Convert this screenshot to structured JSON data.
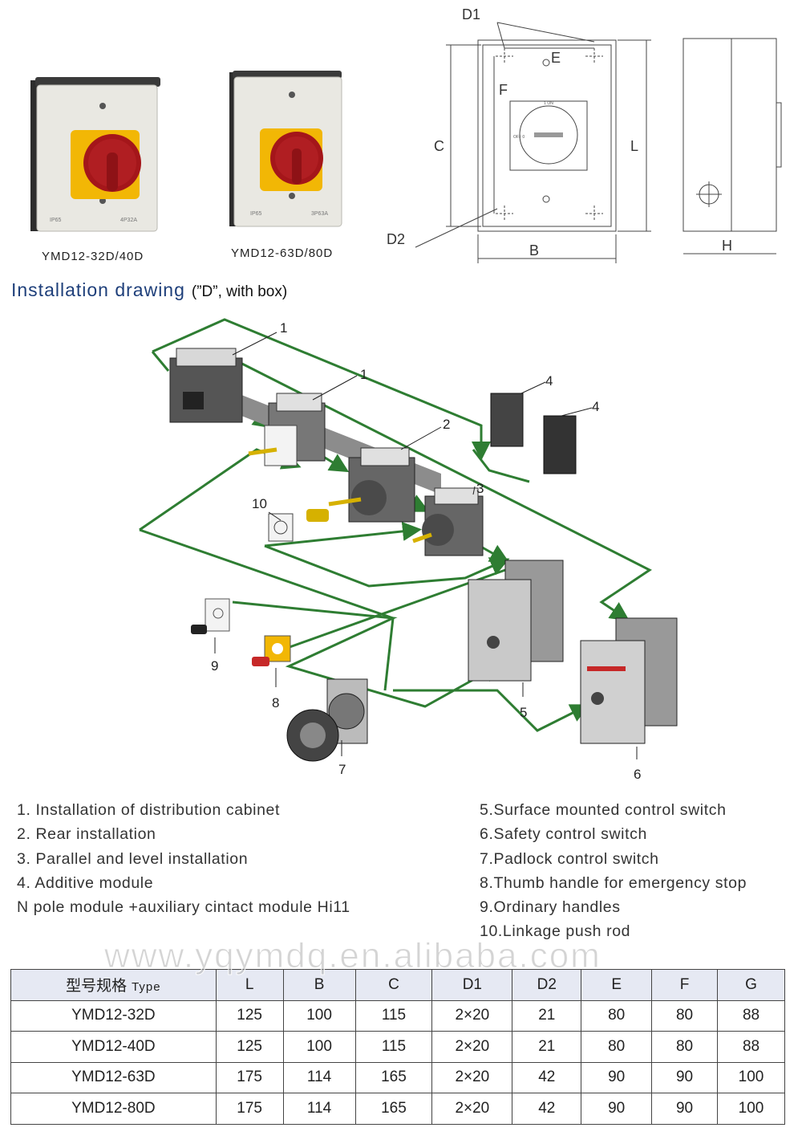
{
  "products": [
    {
      "caption": "YMD12-32D/40D",
      "plate_left": "IP65",
      "plate_right": "4P32A"
    },
    {
      "caption": "YMD12-63D/80D",
      "plate_left": "IP65",
      "plate_right": "3P63A"
    }
  ],
  "dimension_labels": {
    "D1": "D1",
    "E": "E",
    "F": "F",
    "C": "C",
    "L": "L",
    "D2": "D2",
    "B": "B",
    "H": "H",
    "dial_on": "1 ON",
    "dial_off": "OFF 0"
  },
  "section": {
    "title": "Installation  drawing",
    "subtitle": "(”D”, with box)"
  },
  "callouts": [
    "1",
    "1",
    "2",
    "3",
    "4",
    "4",
    "5",
    "6",
    "7",
    "8",
    "9",
    "10"
  ],
  "legend_left": [
    "1. Installation of distribution cabinet",
    "2. Rear installation",
    "3. Parallel and level installation",
    "4. Additive module",
    "N pole module +auxiliary cintact module Hi11"
  ],
  "legend_right": [
    "5.Surface mounted control switch",
    "6.Safety control switch",
    "7.Padlock control switch",
    "8.Thumb handle for emergency stop",
    "9.Ordinary handles",
    "10.Linkage push rod"
  ],
  "watermark": "www.yqymdq.en.alibaba.com",
  "table": {
    "header_cn": "型号规格",
    "header_type": "Type",
    "columns": [
      "L",
      "B",
      "C",
      "D1",
      "D2",
      "E",
      "F",
      "G"
    ],
    "rows": [
      [
        "YMD12-32D",
        "125",
        "100",
        "115",
        "2×20",
        "21",
        "80",
        "80",
        "88"
      ],
      [
        "YMD12-40D",
        "125",
        "100",
        "115",
        "2×20",
        "21",
        "80",
        "80",
        "88"
      ],
      [
        "YMD12-63D",
        "175",
        "114",
        "165",
        "2×20",
        "42",
        "90",
        "90",
        "100"
      ],
      [
        "YMD12-80D",
        "175",
        "114",
        "165",
        "2×20",
        "42",
        "90",
        "90",
        "100"
      ]
    ]
  },
  "colors": {
    "accent_title": "#1e3f7a",
    "connector_green": "#2e7d32",
    "switch_handle_red": "#a4161a",
    "switch_base_yellow": "#f2b705",
    "table_header_bg": "#e6e9f3"
  },
  "icons": [
    "rotary-switch-icon",
    "enclosure-icon",
    "padlock-icon",
    "handle-icon",
    "push-rod-icon"
  ]
}
